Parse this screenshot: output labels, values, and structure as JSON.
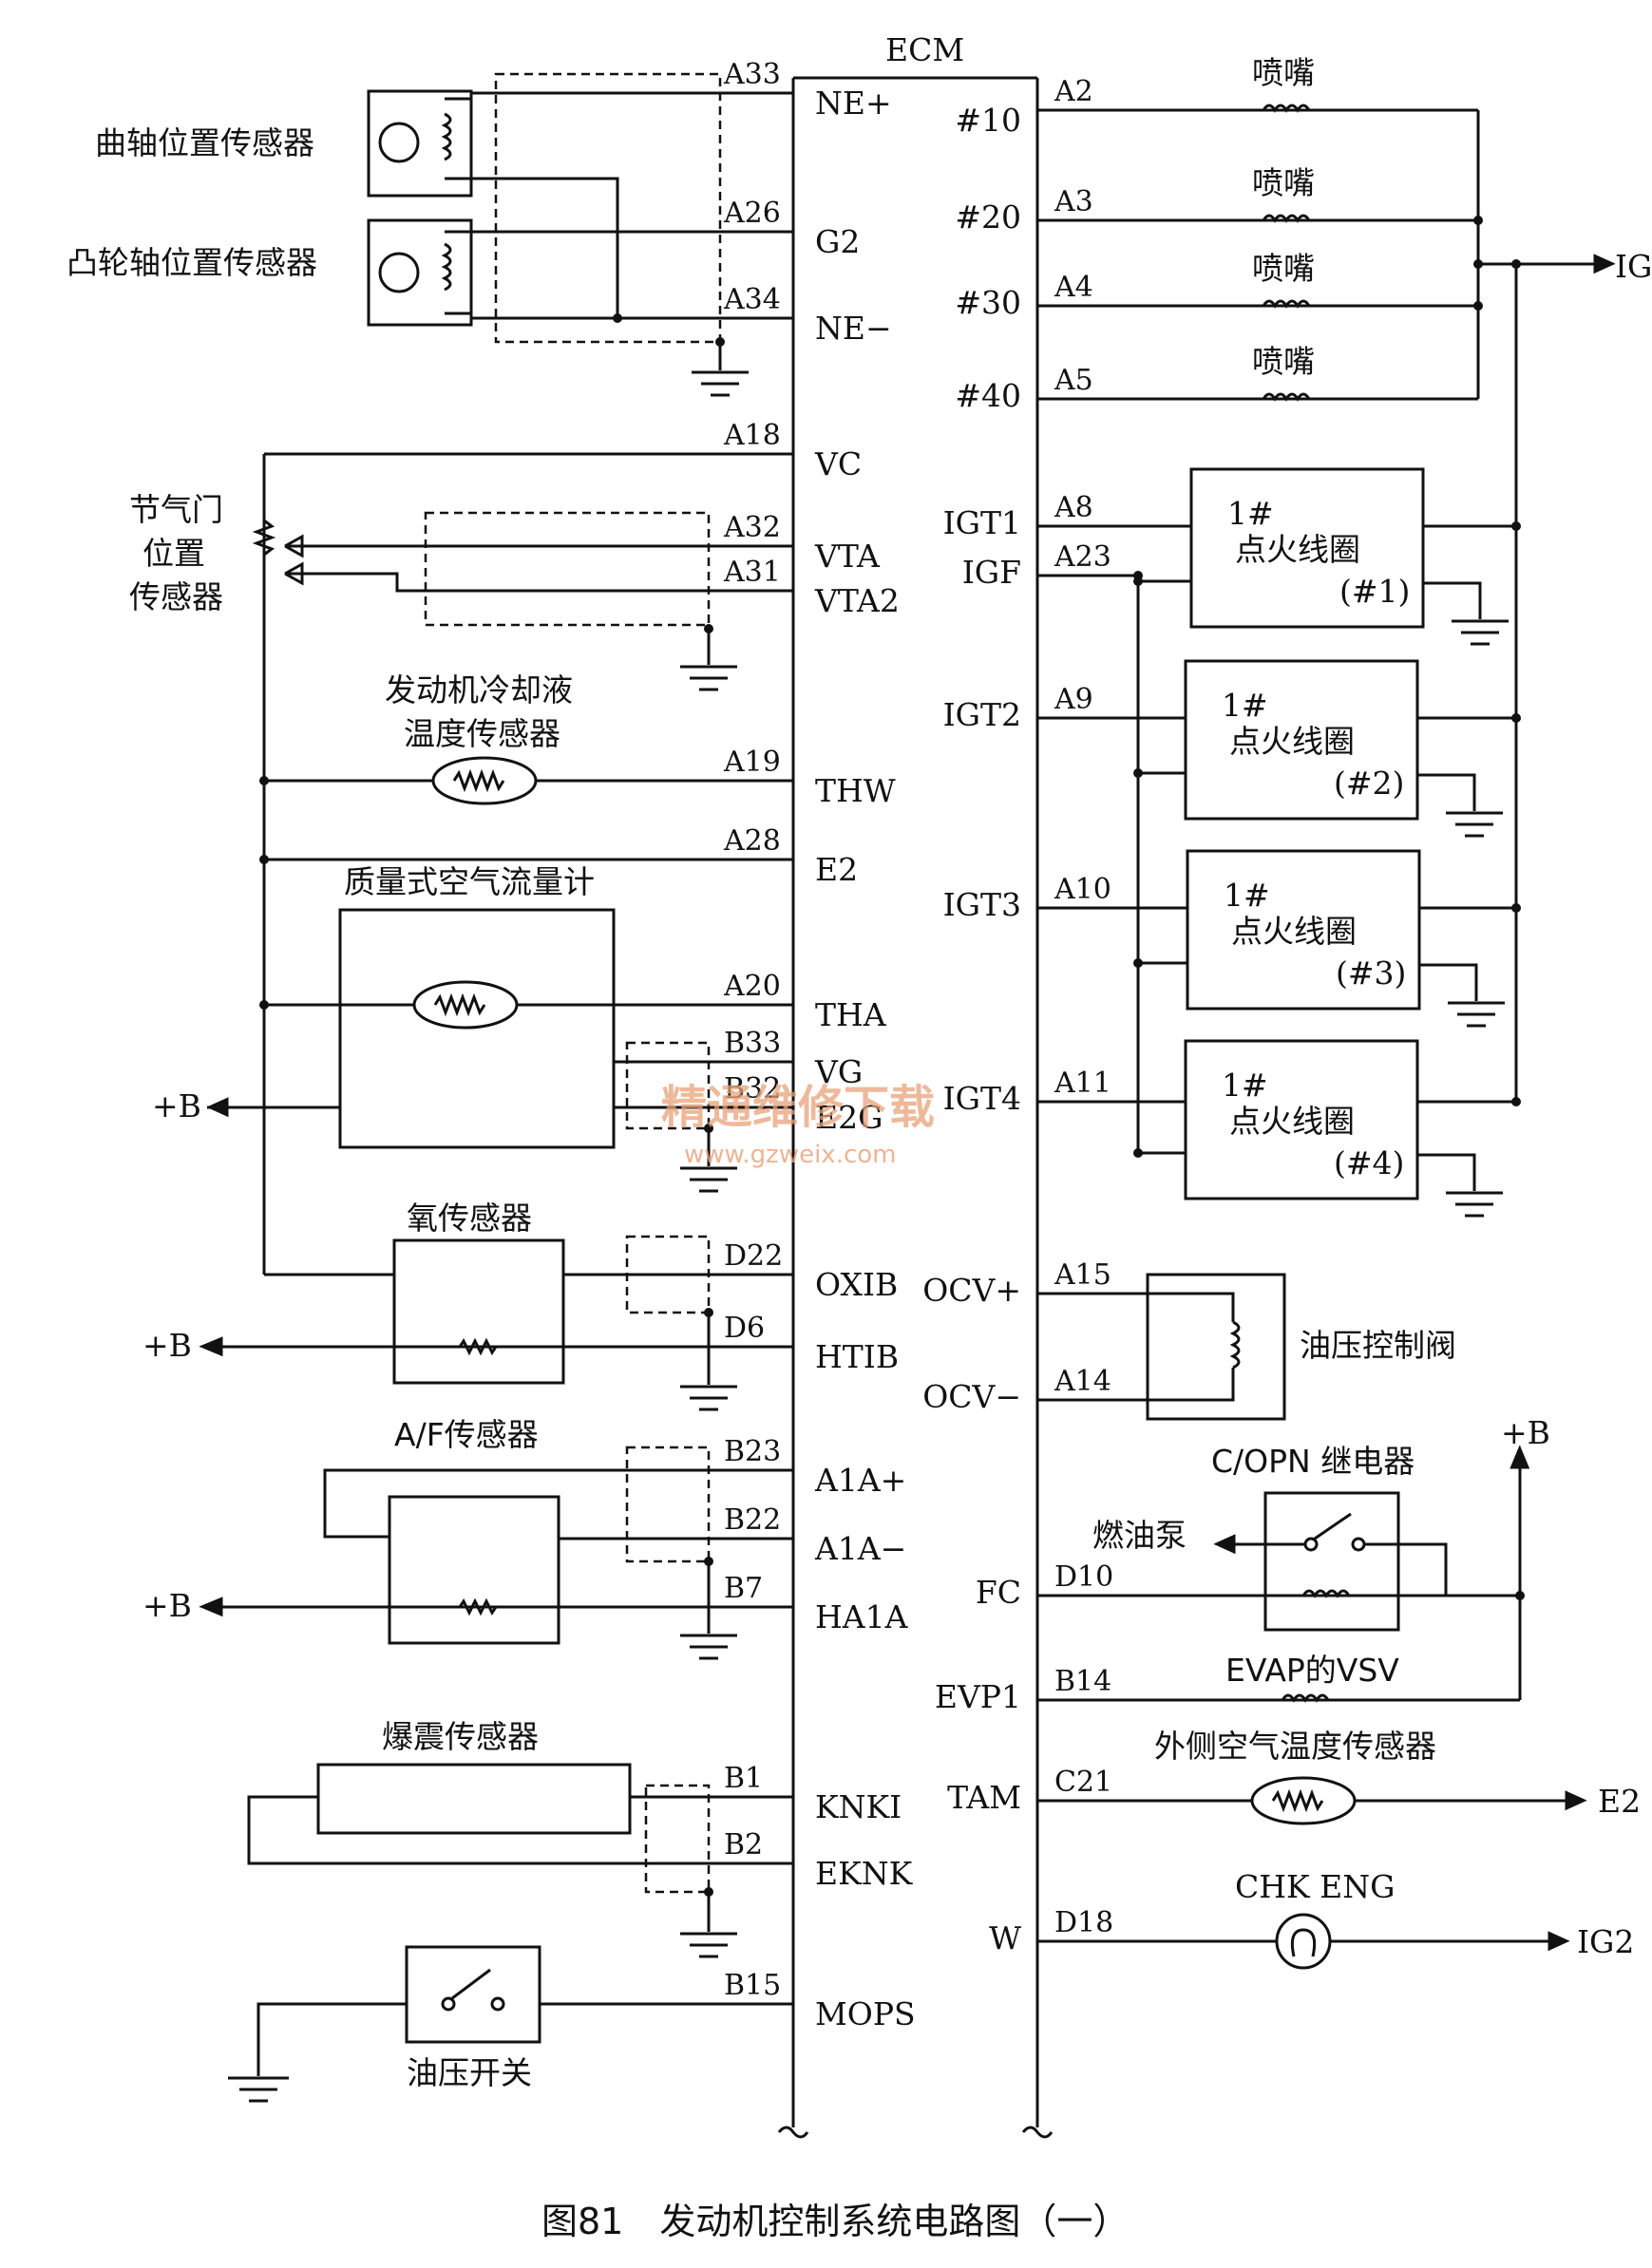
{
  "ecm_label": "ECM",
  "caption": "图81　发动机控制系统电路图（一）",
  "left_pins": [
    {
      "pin": "A33",
      "signal": "NE+"
    },
    {
      "pin": "A26",
      "signal": "G2"
    },
    {
      "pin": "A34",
      "signal": "NE−"
    },
    {
      "pin": "A18",
      "signal": "VC"
    },
    {
      "pin": "A32",
      "signal": "VTA"
    },
    {
      "pin": "A31",
      "signal": "VTA2"
    },
    {
      "pin": "A19",
      "signal": "THW"
    },
    {
      "pin": "A28",
      "signal": "E2"
    },
    {
      "pin": "A20",
      "signal": "THA"
    },
    {
      "pin": "B33",
      "signal": "VG"
    },
    {
      "pin": "B32",
      "signal": "E2G"
    },
    {
      "pin": "D22",
      "signal": "OXIB"
    },
    {
      "pin": "D6",
      "signal": "HTIB"
    },
    {
      "pin": "B23",
      "signal": "A1A+"
    },
    {
      "pin": "B22",
      "signal": "A1A−"
    },
    {
      "pin": "B7",
      "signal": "HA1A"
    },
    {
      "pin": "B1",
      "signal": "KNKI"
    },
    {
      "pin": "B2",
      "signal": "EKNK"
    },
    {
      "pin": "B15",
      "signal": "MOPS"
    }
  ],
  "right_pins": [
    {
      "pin": "A2",
      "signal": "#10"
    },
    {
      "pin": "A3",
      "signal": "#20"
    },
    {
      "pin": "A4",
      "signal": "#30"
    },
    {
      "pin": "A5",
      "signal": "#40"
    },
    {
      "pin": "A8",
      "signal": "IGT1"
    },
    {
      "pin": "A23",
      "signal": "IGF"
    },
    {
      "pin": "A9",
      "signal": "IGT2"
    },
    {
      "pin": "A10",
      "signal": "IGT3"
    },
    {
      "pin": "A11",
      "signal": "IGT4"
    },
    {
      "pin": "A15",
      "signal": "OCV+"
    },
    {
      "pin": "A14",
      "signal": "OCV−"
    },
    {
      "pin": "D10",
      "signal": "FC"
    },
    {
      "pin": "B14",
      "signal": "EVP1"
    },
    {
      "pin": "C21",
      "signal": "TAM"
    },
    {
      "pin": "D18",
      "signal": "W"
    }
  ],
  "left_components": {
    "crank_sensor": "曲轴位置传感器",
    "cam_sensor": "凸轮轴位置传感器",
    "throttle_sensor": [
      "节气门",
      "位置",
      "传感器"
    ],
    "coolant_sensor": [
      "发动机冷却液",
      "温度传感器"
    ],
    "maf": "质量式空气流量计",
    "o2_sensor": "氧传感器",
    "af_sensor": "A/F传感器",
    "knock_sensor": "爆震传感器",
    "oil_switch": "油压开关",
    "plus_b": "+B"
  },
  "right_components": {
    "injector": "喷嘴",
    "ig2": "IG2",
    "coil_mark": "1#",
    "coil_label": "点火线圈",
    "coil_nums": [
      "(#1)",
      "(#2)",
      "(#3)",
      "(#4)"
    ],
    "ocv": "油压控制阀",
    "copn": "C/OPN  继电器",
    "fuel_pump": "燃油泵",
    "evap": "EVAP的VSV",
    "outside_temp": "外侧空气温度传感器",
    "e2": "E2",
    "chk_eng": "CHK ENG",
    "plus_b": "+B"
  },
  "watermark": {
    "cn": "精通维修下载",
    "url": "www.gzweix.com"
  }
}
